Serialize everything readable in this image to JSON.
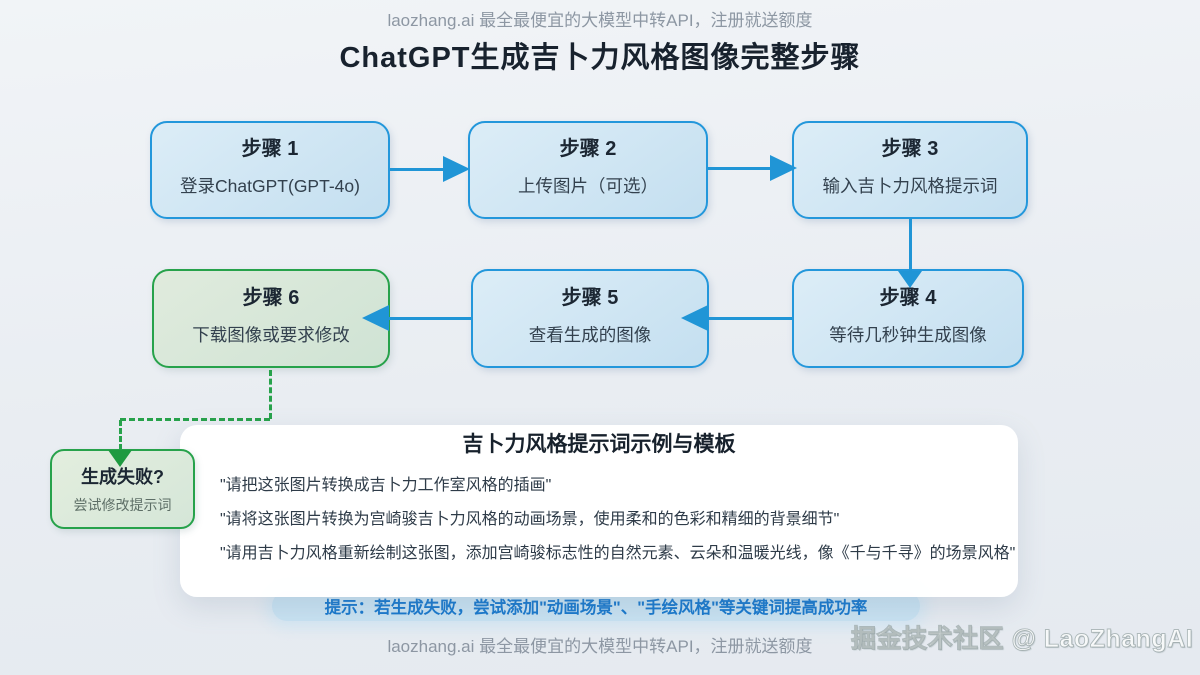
{
  "header": {
    "promo": "laozhang.ai 最全最便宜的大模型中转API，注册就送额度"
  },
  "title": "ChatGPT生成吉卜力风格图像完整步骤",
  "steps": [
    {
      "title": "步骤 1",
      "desc": "登录ChatGPT(GPT-4o)"
    },
    {
      "title": "步骤 2",
      "desc": "上传图片（可选）"
    },
    {
      "title": "步骤 3",
      "desc": "输入吉卜力风格提示词"
    },
    {
      "title": "步骤 4",
      "desc": "等待几秒钟生成图像"
    },
    {
      "title": "步骤 5",
      "desc": "查看生成的图像"
    },
    {
      "title": "步骤 6",
      "desc": "下载图像或要求修改"
    }
  ],
  "fail_box": {
    "title": "生成失败?",
    "desc": "尝试修改提示词"
  },
  "panel": {
    "title": "吉卜力风格提示词示例与模板",
    "prompts": [
      "\"请把这张图片转换成吉卜力工作室风格的插画\"",
      "\"请将这张图片转换为宫崎骏吉卜力风格的动画场景，使用柔和的色彩和精细的背景细节\"",
      "\"请用吉卜力风格重新绘制这张图，添加宫崎骏标志性的自然元素、云朵和温暖光线，像《千与千寻》的场景风格\""
    ]
  },
  "tip": "提示：若生成失败，尝试添加\"动画场景\"、\"手绘风格\"等关键词提高成功率",
  "footer": {
    "promo": "laozhang.ai 最全最便宜的大模型中转API，注册就送额度"
  },
  "watermark": "掘金技术社区 @ LaoZhangAI",
  "colors": {
    "accent_blue": "#2095d6",
    "accent_green": "#27a24b",
    "tip_text": "#1878cc"
  }
}
